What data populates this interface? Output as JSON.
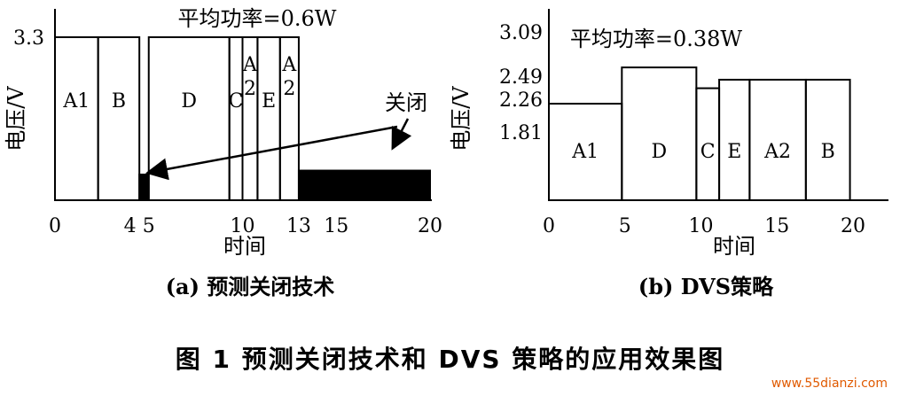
{
  "chart_data": [
    {
      "type": "bar",
      "panel_label": "(a) 预测关闭技术",
      "title": "平均功率=0.6W",
      "xlabel": "时间",
      "ylabel": "电压/V",
      "xlim": [
        0,
        20
      ],
      "ylim": [
        0,
        3.3
      ],
      "x_ticks": [
        0,
        4,
        5,
        10,
        13,
        15,
        20
      ],
      "y_ticks": [
        3.3
      ],
      "segments": [
        {
          "label": "A1",
          "x0": 0,
          "x1": 2.3,
          "y": 3.3,
          "fill": "none"
        },
        {
          "label": "B",
          "x0": 2.3,
          "x1": 4.5,
          "y": 3.3,
          "fill": "none"
        },
        {
          "label": "",
          "x0": 4.5,
          "x1": 5,
          "y": 0.52,
          "fill": "black"
        },
        {
          "label": "D",
          "x0": 5,
          "x1": 9.3,
          "y": 3.3,
          "fill": "none"
        },
        {
          "label": "C",
          "x0": 9.3,
          "x1": 10,
          "y": 3.3,
          "fill": "none"
        },
        {
          "label": "A\n2",
          "x0": 10,
          "x1": 10.8,
          "y": 3.3,
          "fill": "none"
        },
        {
          "label": "E",
          "x0": 10.8,
          "x1": 12,
          "y": 3.3,
          "fill": "none"
        },
        {
          "label": "A\n2",
          "x0": 12,
          "x1": 13,
          "y": 3.3,
          "fill": "none"
        },
        {
          "label": "",
          "x0": 13,
          "x1": 20,
          "y": 0.6,
          "fill": "black"
        }
      ],
      "annotation": {
        "text": "关闭"
      }
    },
    {
      "type": "bar",
      "panel_label": "(b) DVS策略",
      "title": "平均功率=0.38W",
      "xlabel": "时间",
      "ylabel": "电压/V",
      "xlim": [
        0,
        20
      ],
      "ylim": [
        0,
        3.09
      ],
      "x_ticks": [
        0,
        5,
        10,
        15,
        20
      ],
      "y_ticks": [
        3.09,
        2.49,
        2.26,
        1.81
      ],
      "segments": [
        {
          "label": "A1",
          "x0": 0,
          "x1": 4.8,
          "y": 1.81
        },
        {
          "label": "D",
          "x0": 4.8,
          "x1": 9.7,
          "y": 2.49
        },
        {
          "label": "C",
          "x0": 9.7,
          "x1": 11.2,
          "y": 2.1
        },
        {
          "label": "E",
          "x0": 11.2,
          "x1": 13.2,
          "y": 2.26
        },
        {
          "label": "A2",
          "x0": 13.2,
          "x1": 16.9,
          "y": 2.26
        },
        {
          "label": "B",
          "x0": 16.9,
          "x1": 19.8,
          "y": 2.26
        }
      ]
    }
  ],
  "caption": "图 1   预测关闭技术和 DVS 策略的应用效果图",
  "watermark": "www.55dianzi.com"
}
